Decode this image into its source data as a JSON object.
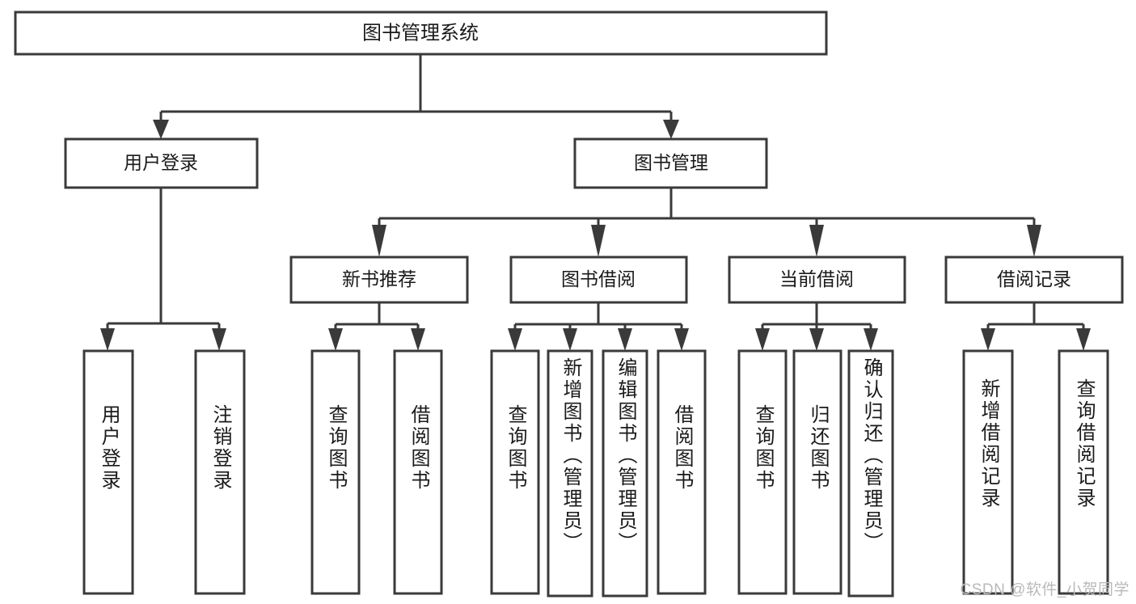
{
  "diagram": {
    "title": "图书管理系统",
    "type": "hierarchy-tree",
    "root": {
      "id": "root",
      "label": "图书管理系统"
    },
    "level2": [
      {
        "id": "user-login",
        "label": "用户登录"
      },
      {
        "id": "book-manage",
        "label": "图书管理"
      }
    ],
    "level3": [
      {
        "id": "new-book-recommend",
        "label": "新书推荐"
      },
      {
        "id": "book-borrow",
        "label": "图书借阅"
      },
      {
        "id": "current-borrow",
        "label": "当前借阅"
      },
      {
        "id": "borrow-record",
        "label": "借阅记录"
      }
    ],
    "leaves": [
      {
        "id": "leaf-user-login",
        "label": "用户登录",
        "parent": "user-login"
      },
      {
        "id": "leaf-logout-login",
        "label": "注销登录",
        "parent": "user-login"
      },
      {
        "id": "leaf-query-book-1",
        "label": "查询图书",
        "parent": "new-book-recommend"
      },
      {
        "id": "leaf-borrow-book-1",
        "label": "借阅图书",
        "parent": "new-book-recommend"
      },
      {
        "id": "leaf-query-book-2",
        "label": "查询图书",
        "parent": "book-borrow"
      },
      {
        "id": "leaf-add-book",
        "label": "新增图书（管理员）",
        "parent": "book-borrow"
      },
      {
        "id": "leaf-edit-book",
        "label": "编辑图书（管理员）",
        "parent": "book-borrow"
      },
      {
        "id": "leaf-borrow-book-2",
        "label": "借阅图书",
        "parent": "book-borrow"
      },
      {
        "id": "leaf-query-book-3",
        "label": "查询图书",
        "parent": "current-borrow"
      },
      {
        "id": "leaf-return-book",
        "label": "归还图书",
        "parent": "current-borrow"
      },
      {
        "id": "leaf-confirm-return",
        "label": "确认归还（管理员）",
        "parent": "current-borrow"
      },
      {
        "id": "leaf-add-record",
        "label": "新增借阅记录",
        "parent": "borrow-record"
      },
      {
        "id": "leaf-query-record",
        "label": "查询借阅记录",
        "parent": "borrow-record"
      }
    ]
  },
  "watermark": {
    "text": "CSDN @软件_小贺同学"
  },
  "colors": {
    "stroke": "#3a3a3a",
    "box_fill": "#ffffff",
    "text": "#1a1a1a",
    "background": "#ffffff",
    "watermark": "#b9b9b9"
  }
}
